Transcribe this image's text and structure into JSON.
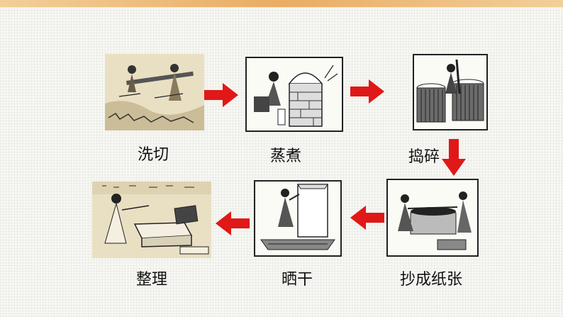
{
  "steps": [
    {
      "label": "洗切",
      "icon": "washing-cutting-illustration"
    },
    {
      "label": "蒸煮",
      "icon": "steaming-boiling-illustration"
    },
    {
      "label": "捣碎",
      "icon": "pounding-illustration"
    },
    {
      "label": "抄成纸张",
      "icon": "sheet-forming-illustration"
    },
    {
      "label": "晒干",
      "icon": "drying-illustration"
    },
    {
      "label": "整理",
      "icon": "finishing-illustration"
    }
  ],
  "colors": {
    "arrow": "#e01818",
    "line": "#222222",
    "frame_bg": "#efe7cf"
  }
}
